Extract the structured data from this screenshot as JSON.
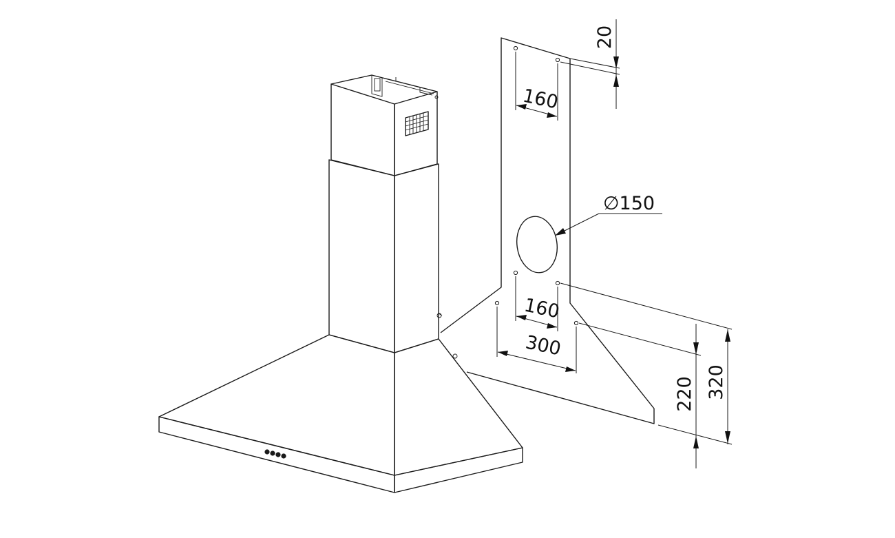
{
  "dimensions": {
    "top_offset": "20",
    "top_hole_spacing": "160",
    "duct_diameter": "∅150",
    "bottom_hole_spacing": "160",
    "outer_hole_spacing": "300",
    "lower_height": "220",
    "upper_height": "320"
  },
  "hood": {
    "control_knob_count": 4
  }
}
